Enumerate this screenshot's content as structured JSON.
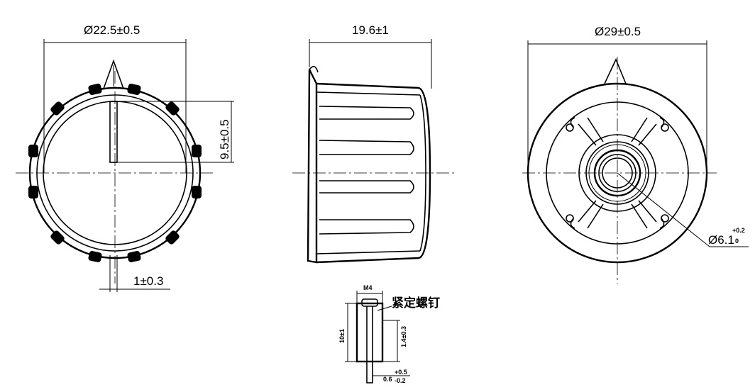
{
  "front_view": {
    "outer_diameter": "Ø22.5±0.5",
    "indicator_height": "9.5±0.5",
    "shaft_width": "1±0.3"
  },
  "side_view": {
    "length": "19.6±1"
  },
  "rear_view": {
    "outer_diameter": "Ø29±0.5",
    "bore_diameter": "Ø6.1",
    "bore_tol_upper": "+0.2",
    "bore_tol_lower": "0"
  },
  "set_screw_detail": {
    "thread": "M4",
    "label": "紧定螺钉",
    "height": "10±1",
    "depth": "1.4±0.3",
    "gap": "0.6",
    "gap_tol_upper": "+0.5",
    "gap_tol_lower": "-0.2"
  }
}
